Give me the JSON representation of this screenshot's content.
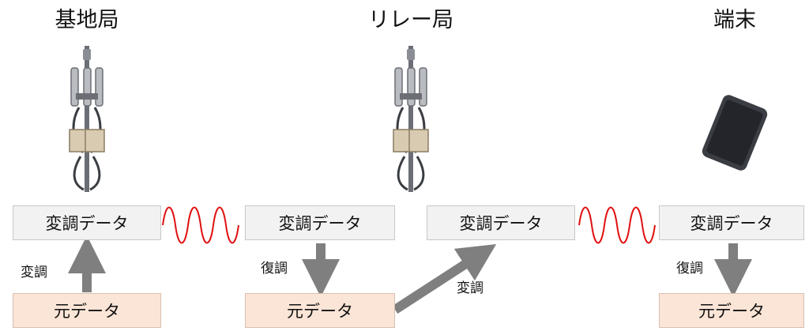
{
  "stations": {
    "base": {
      "title": "基地局",
      "top_box": "変調データ",
      "bottom_box": "元データ",
      "step": "変調"
    },
    "relay": {
      "title": "リレー局",
      "box1": "変調データ",
      "box2": "元データ",
      "box3": "変調データ",
      "step_down": "復調",
      "step_up": "変調"
    },
    "terminal": {
      "title": "端末",
      "top_box": "変調データ",
      "bottom_box": "元データ",
      "step": "復調"
    }
  },
  "colors": {
    "wave": "#e01010",
    "arrow": "#7f7f7f",
    "modulated_fill": "#f2f2f2",
    "original_fill": "#fbe5d6"
  },
  "icons": [
    "antenna-tower-icon",
    "antenna-tower-icon",
    "smartphone-icon"
  ]
}
